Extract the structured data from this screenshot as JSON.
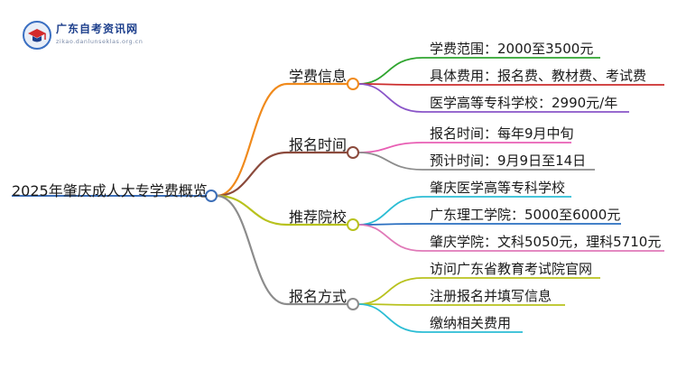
{
  "logo": {
    "name": "广东自考资讯网",
    "url": "zikao.danlunseklas.org.cn"
  },
  "root": {
    "label": "2025年肇庆成人大专学费概览"
  },
  "branches": [
    {
      "label": "学费信息",
      "color": "#f08a1c",
      "leaves": [
        {
          "label": "学费范围：2000至3500元",
          "color": "#2fa52f"
        },
        {
          "label": "具体费用：报名费、教材费、考试费",
          "color": "#cc2d2d"
        },
        {
          "label": "医学高等专科学校：2990元/年",
          "color": "#8a55c8"
        }
      ]
    },
    {
      "label": "报名时间",
      "color": "#8b4a3c",
      "leaves": [
        {
          "label": "报名时间：每年9月中旬",
          "color": "#e85fb4"
        },
        {
          "label": "预计时间：9月9日至14日",
          "color": "#8c8c8c"
        }
      ]
    },
    {
      "label": "推荐院校",
      "color": "#b8c21e",
      "leaves": [
        {
          "label": "肇庆医学高等专科学校",
          "color": "#2bbdd4"
        },
        {
          "label": "广东理工学院：5000至6000元",
          "color": "#2a6fc0"
        },
        {
          "label": "肇庆学院：文科5050元，理科5710元",
          "color": "#e07ab8"
        }
      ]
    },
    {
      "label": "报名方式",
      "color": "#8c8c8c",
      "leaves": [
        {
          "label": "访问广东省教育考试院官网",
          "color": "#b8c21e"
        },
        {
          "label": "注册报名并填写信息",
          "color": "#b8c21e"
        },
        {
          "label": "缴纳相关费用",
          "color": "#2bbdd4"
        }
      ]
    }
  ]
}
